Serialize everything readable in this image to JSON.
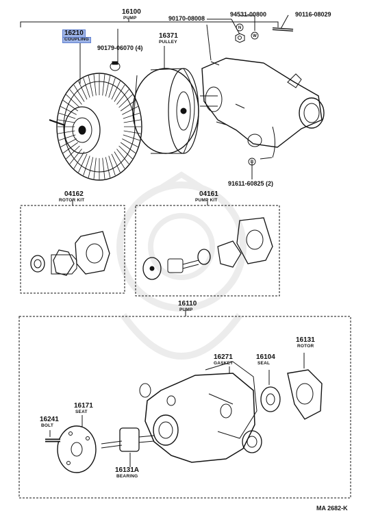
{
  "parts": {
    "p16100": {
      "number": "16100",
      "name": "PUMP"
    },
    "p16210": {
      "number": "16210",
      "name": "COUPLING"
    },
    "p16371": {
      "number": "16371",
      "name": "PULLEY"
    },
    "p90179": {
      "number": "90179-06070 (4)"
    },
    "p90170": {
      "number": "90170-08008"
    },
    "p94531": {
      "number": "94531-00800"
    },
    "p90116": {
      "number": "90116-08029"
    },
    "p91611": {
      "number": "91611-60825 (2)"
    },
    "p04162": {
      "number": "04162",
      "name": "ROTOR KIT"
    },
    "p04161": {
      "number": "04161",
      "name": "PUMP KIT"
    },
    "p16110": {
      "number": "16110",
      "name": "PUMP"
    },
    "p16131": {
      "number": "16131",
      "name": "ROTOR"
    },
    "p16271": {
      "number": "16271",
      "name": "GASKET"
    },
    "p16104": {
      "number": "16104",
      "name": "SEAL"
    },
    "p16171": {
      "number": "16171",
      "name": "SEAT"
    },
    "p16241": {
      "number": "16241",
      "name": "BOLT"
    },
    "p16131A": {
      "number": "16131A",
      "name": "BEARING"
    }
  },
  "markers": {
    "nut": "N",
    "washer": "W",
    "bolt": "B"
  },
  "footer": {
    "code": "MA 2682-K"
  },
  "selected_part": "16210"
}
